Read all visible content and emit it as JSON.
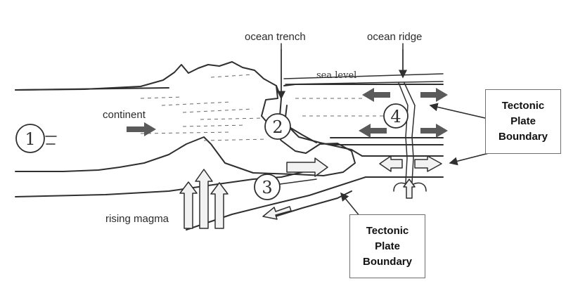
{
  "labels": {
    "ocean_trench": "ocean trench",
    "ocean_ridge": "ocean ridge",
    "sea_level": "sea level",
    "continent": "continent",
    "rising_magma": "rising magma"
  },
  "boundary_boxes": [
    {
      "lines": [
        "Tectonic",
        "Plate",
        "Boundary"
      ]
    },
    {
      "lines": [
        "Tectonic",
        "Plate",
        "Boundary"
      ]
    }
  ],
  "markers": [
    "1",
    "2",
    "3",
    "4"
  ],
  "colors": {
    "ink": "#2f2f2f",
    "arrow_fill": "#5a5a5a",
    "box_border": "#6f6f6f"
  }
}
